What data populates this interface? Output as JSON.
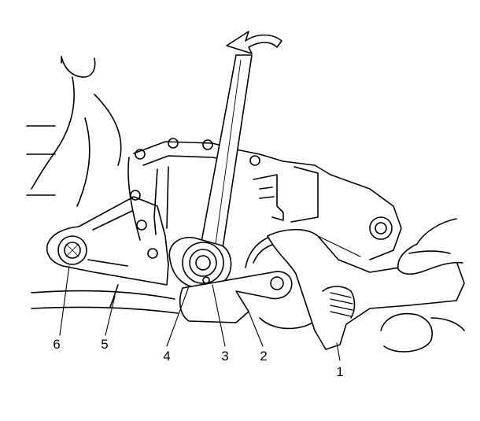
{
  "diagram": {
    "callouts": [
      {
        "number": "1"
      },
      {
        "number": "2"
      },
      {
        "number": "3"
      },
      {
        "number": "4"
      },
      {
        "number": "5"
      },
      {
        "number": "6"
      }
    ]
  }
}
